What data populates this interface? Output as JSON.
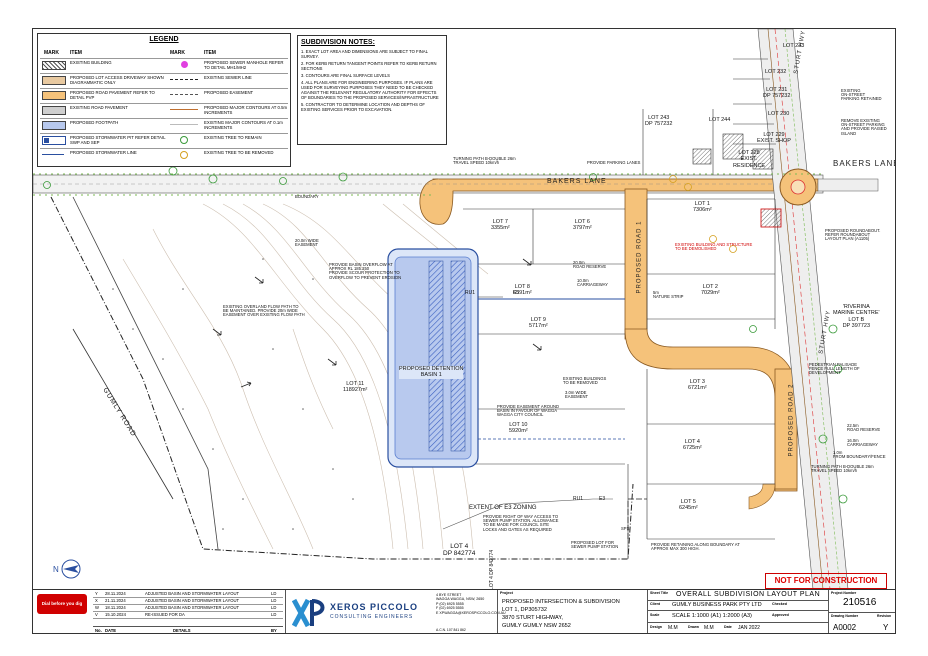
{
  "legend": {
    "title": "LEGEND",
    "col_mark": "MARK",
    "col_item": "ITEM",
    "left_items": [
      "EXISTING BUILDING",
      "PROPOSED LOT ACCESS DRIVEWAY SHOWN DIAGRAMMATIC ONLY",
      "PROPOSED ROAD PAVEMENT REFER TO DETAIL PVP",
      "EXISTING ROAD PAVEMENT",
      "PROPOSED FOOTPATH",
      "PROPOSED STORMWATER PIT REFER DETAIL SWP AND SEP",
      "PROPOSED STORMWATER LINE"
    ],
    "right_items": [
      "PROPOSED SEWER MANHOLE REFER TO DETAIL MH1/MH2",
      "EXISTING SEWER LINE",
      "PROPOSED EASEMENT",
      "PROPOSED MAJOR CONTOURS AT 0.5m INCREMENTS",
      "EXISTING MAJOR CONTOURS AT 0.1m INCREMENTS",
      "EXISTING TREE TO REMAIN",
      "EXISTING TREE TO BE REMOVED"
    ]
  },
  "notes": {
    "title": "SUBDIVISION NOTES:",
    "items": [
      "1. EXACT LOT AREA AND DIMENSIONS ARE SUBJECT TO FINAL SURVEY.",
      "2. FOR KERB RETURN TANGENT POINTS REFER TO KERB RETURN SECTIONS",
      "3. CONTOURS ARE FINAL SURFACE LEVELS",
      "4. ALL PLANS ARE FOR ENGINEERING PURPOSES. IF PLANS ARE USED FOR SURVEYING PURPOSES THEY NEED TO BE CHECKED AGAINST THE RELEVANT REGULATORY AUTHORITY FOR EFFECTS OF BOUNDARIES TO THE PROPOSED SERVICES/INFRASTRUCTURE",
      "5. CONTRACTOR TO DETERMINE LOCATION AND DEPTHS OF EXISTING SERVICES PRIOR TO EXCAVATION."
    ]
  },
  "roads": {
    "bakers_lane": "BAKERS LANE",
    "bakers_lane_east": "BAKERS LANE",
    "proposed_road_1": "PROPOSED ROAD 1",
    "proposed_road_2": "PROPOSED ROAD 2",
    "sturt_hwy": "STURT HWY",
    "sturt_hwy_top": "STURT HWY",
    "gumly_road": "GUMLY ROAD"
  },
  "lots": {
    "lot1": "LOT 1\n7306m²",
    "lot2": "LOT 2\n7029m²",
    "lot3": "LOT 3\n6721m²",
    "lot4": "LOT 4\n6725m²",
    "lot5": "LOT 5\n6245m²",
    "lot6": "LOT 6\n3797m²",
    "lot7": "LOT 7\n3355m²",
    "lot8": "LOT 8\n6591m²",
    "lot9": "LOT 9\n5717m²",
    "lot10": "LOT 10\n5920m²",
    "lot11": "LOT 11\n118927m²",
    "lot4dp": "LOT 4\nDP 842774",
    "lot243": "LOT 243\nDP 757232",
    "lot244": "LOT 244",
    "lot233": "LOT 233",
    "lot232": "LOT 232",
    "lot231": "LOT 231\nDP 757232",
    "lot230": "LOT 230",
    "lot229": "LOT 229\nEXIST. SHOP",
    "lot228": "LOT 228\nEXIST.\nRESIDENCE",
    "riverina": "'RIVERINA\nMARINE CENTRE'\nLOT B\nDP 397723",
    "lot4dp_vertical": "LOT 4 DP 842774"
  },
  "annotations": {
    "basin": "PROPOSED DETENTION\nBASIN 1",
    "extent_e3": "EXTENT OF E3 ZONING",
    "turning_path_top": "TURNING PATH B-DOUBLE 26m\nTRAVEL SPEED 10km/h",
    "turning_path_bottom": "TURNING PATH B-DOUBLE 26m\nTRAVEL SPEED 10km/h",
    "parking_lanes": "PROVIDE PARKING LANES",
    "existing_building_removed": "EXISTING BUILDING AND STRUCTURE\nTO BE DEMOLISHED",
    "roundabout": "PROPOSED ROUNDABOUT.\nREFER ROUNDABOUT\nLAYOUT PLAN (A1105)",
    "onstreet_retained": "EXISTING\nON-STREET\nPARKING RETAINED",
    "onstreet_removed": "REMOVE EXISTING\nON-STREET PARKING\nAND PROVIDE RAISED\nISLAND",
    "pedestrian_fence": "PEDESTRIAN PALISADE\nFENCE FULL LENGTH OF\nDEVELOPMENT",
    "road_reserve_right": "22.5m\nROAD RESERVE",
    "carriageway_right": "16.0m\nCARRIAGEWAY",
    "boundary_fence": "1.0m\nFROM BOUNDARY/FENCE",
    "overflow": "PROVIDE BASIN OVERFLOW AT\nAPPROX RL 185.250\nPROVIDE SCOUR PROTECTION TO\nOVERFLOW TO PREVENT EROSION",
    "overland_flow": "EXISTING OVERLAND FLOW PATH TO\nBE MAINTAINED. PROVIDE 20m WIDE\nEASEMENT OVER EXISTING FLOW PATH",
    "easement_basin": "PROVIDE EASEMENT AROUND\nBASIN IN FAVOUR OF WAGGA\nWAGGA CITY COUNCIL",
    "sewer_row": "PROVIDE RIGHT OF WAY ACCESS TO\nSEWER PUMP STATION. ALLOWANCE\nTO BE MADE FOR COUNCIL SITE\nLOCKS AND GATES AS REQUIRED",
    "sewer_pump": "PROPOSED LOT FOR\nSEWER PUMP STATION",
    "retaining": "PROVIDE RETAINING ALONG BOUNDARY AT\nAPPROX MAX 300 HIGH.",
    "existing_buildings_removed": "EXISTING BUILDINGS\nTO BE REMOVED",
    "easement_20": "20.0m WIDE\nEASEMENT",
    "easement_3": "3.0m WIDE\nEASEMENT",
    "road_reserve_mid": "20.0m\nROAD RESERVE",
    "carriageway_mid": "10.0m\nCARRIAGEWAY",
    "nature_strip": "5m\nNATURE STRIP",
    "boundary": "BOUNDARY",
    "ru1a": "RU1",
    "ru1b": "RU1",
    "e3a": "E3",
    "e3b": "E3",
    "sps": "SPS"
  },
  "not_for_construction": "NOT FOR CONSTRUCTION",
  "revisions": [
    {
      "rev": "Y",
      "date": "28.11.2024",
      "desc": "ADJUSTED BASIN AND STORMWATER LAYOUT",
      "by": "LD"
    },
    {
      "rev": "X",
      "date": "21.11.2024",
      "desc": "ADJUSTED BASIN AND STORMWATER LAYOUT",
      "by": "LD"
    },
    {
      "rev": "W",
      "date": "18.11.2024",
      "desc": "ADJUSTED BASIN AND STORMWATER LAYOUT",
      "by": "LD"
    },
    {
      "rev": "V",
      "date": "15.10.2024",
      "desc": "RE-ISSUED FOR DA",
      "by": "LD"
    }
  ],
  "rev_headers": {
    "no": "No.",
    "date": "DATE",
    "details": "DETAILS",
    "by": "BY"
  },
  "company": {
    "name": "XEROS PICCOLO",
    "sub": "CONSULTING ENGINEERS",
    "address": "4 BYE STREET\nWAGGA WAGGA, NSW, 2650\nP (02) 6925 5555\nF (02) 6925 5555\nE XPWAGGA@XEROSPICCOLO.COM.AU",
    "abn": "A.C.N. 107 841 862"
  },
  "project": {
    "label": "Project",
    "line1": "PROPOSED INTERSECTION & SUBDIVISION",
    "line2": "LOT 1, DP305732",
    "line3": "3870 STURT HIGHWAY,",
    "line4": "GUMLY GUMLY NSW 2652"
  },
  "sheet": {
    "title_label": "Sheet Title",
    "title": "OVERALL SUBDIVISION LAYOUT PLAN",
    "client_label": "Client",
    "client": "GUMLY BUSINESS PARK PTY LTD",
    "scale_label": "Scale",
    "scale": "SCALE 1:1000 (A1) 1:2000 (A3)",
    "design_label": "Design",
    "design": "M.M",
    "drawn_label": "Drawn",
    "drawn": "M.M",
    "date_label": "Date",
    "date": "JAN 2022",
    "checked_label": "Checked",
    "approved_label": "Approved",
    "project_no_label": "Project Number",
    "project_no": "210516",
    "drawing_no_label": "Drawing Number",
    "drawing_no": "A0002",
    "revision_label": "Revision",
    "revision": "Y"
  },
  "dbyd": "Dial before you dig",
  "colors": {
    "road": "#f5c27a",
    "road_edge": "#8a5a22",
    "basin": "#b8c9ee",
    "basin_hatch": "#5a7fd0",
    "contour": "#c9b8a8",
    "green": "#7dbb55",
    "accent": "#d00000"
  }
}
